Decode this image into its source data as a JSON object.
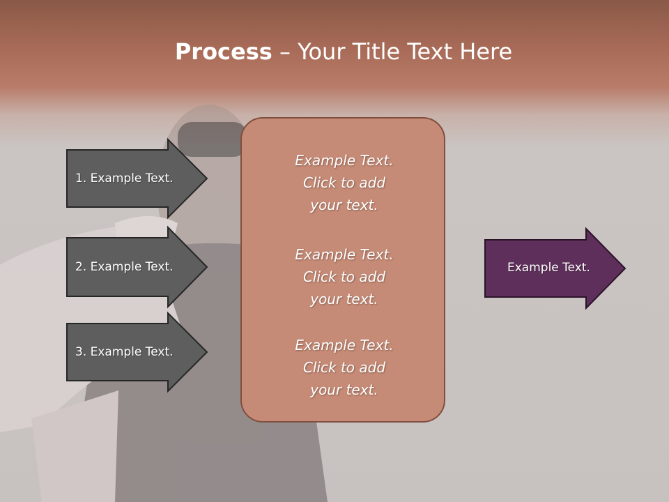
{
  "slide": {
    "title_bold": "Process",
    "title_rest": " – Your Title Text Here",
    "inputs": [
      {
        "label": "1. Example Text."
      },
      {
        "label": "2. Example Text."
      },
      {
        "label": "3. Example Text."
      }
    ],
    "center_blocks": [
      {
        "line1": "Example Text.",
        "line2": "Click  to add",
        "line3": "your text."
      },
      {
        "line1": "Example Text.",
        "line2": "Click  to add",
        "line3": "your text."
      },
      {
        "line1": "Example Text.",
        "line2": "Click  to add",
        "line3": "your text."
      }
    ],
    "output": {
      "label": "Example Text."
    }
  },
  "colors": {
    "header": "#a96c59",
    "input_arrow": "#5e5e5e",
    "center_box": "#c68b76",
    "output_arrow": "#5f2f5b"
  }
}
